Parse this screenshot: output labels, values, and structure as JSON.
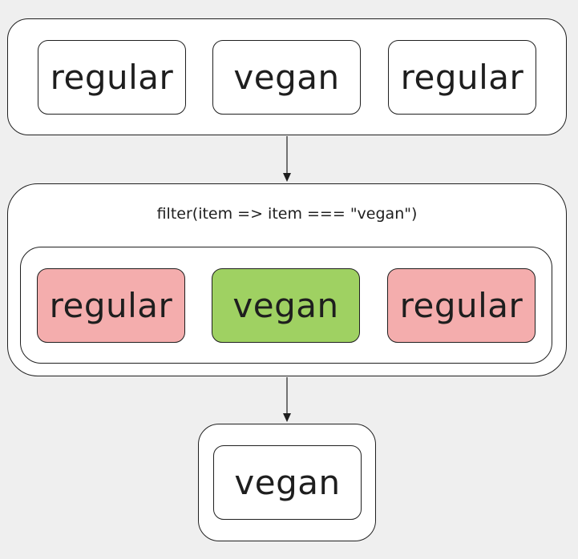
{
  "input": {
    "items": [
      "regular",
      "vegan",
      "regular"
    ]
  },
  "filter": {
    "label": "filter(item => item === \"vegan\")",
    "items": [
      {
        "text": "regular",
        "status": "rejected",
        "color": "#f4adad"
      },
      {
        "text": "vegan",
        "status": "kept",
        "color": "#9fd162"
      },
      {
        "text": "regular",
        "status": "rejected",
        "color": "#f4adad"
      }
    ]
  },
  "output": {
    "items": [
      "vegan"
    ]
  }
}
